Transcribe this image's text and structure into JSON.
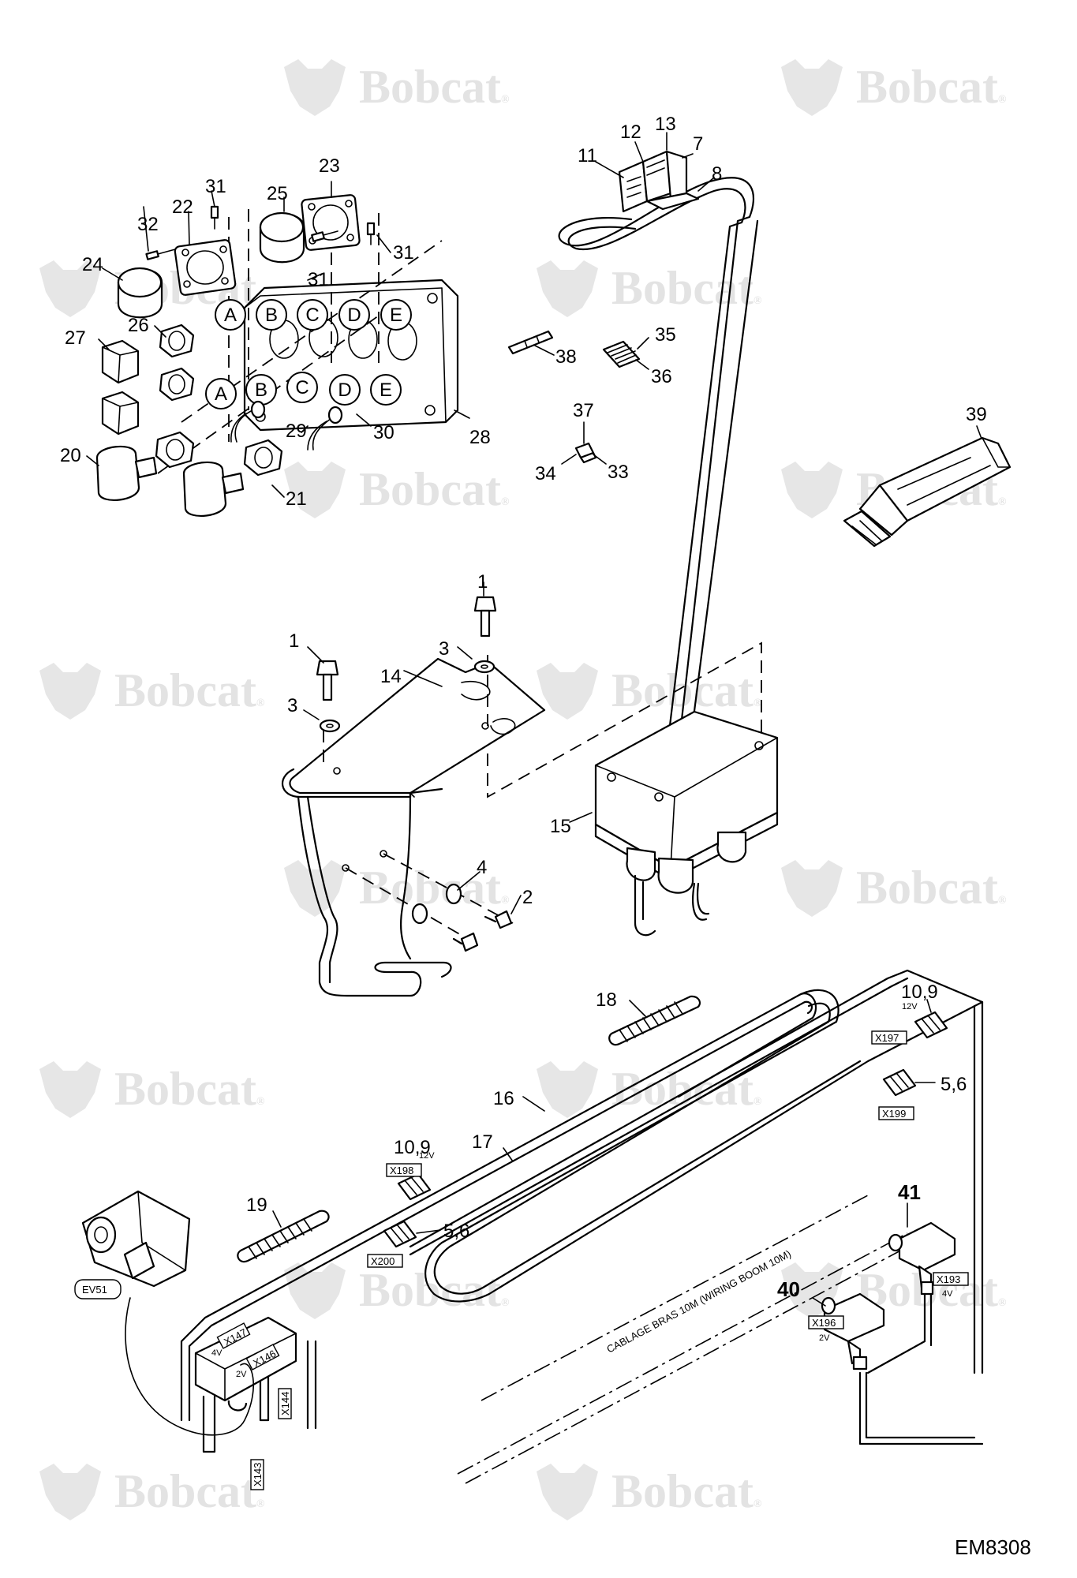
{
  "watermark": {
    "text": "Bobcat",
    "mark": "®"
  },
  "callouts": {
    "c1a": "1",
    "c1b": "1",
    "c2": "2",
    "c3a": "3",
    "c3b": "3",
    "c4": "4",
    "c5_6a": "5,6",
    "c5_6b": "5,6",
    "c7": "7",
    "c8": "8",
    "c10_9a": "10,9",
    "c10_9b": "10,9",
    "c11": "11",
    "c12": "12",
    "c13": "13",
    "c14": "14",
    "c15": "15",
    "c16": "16",
    "c17": "17",
    "c18": "18",
    "c19": "19",
    "c20": "20",
    "c21": "21",
    "c22": "22",
    "c23": "23",
    "c24": "24",
    "c25": "25",
    "c26": "26",
    "c27": "27",
    "c28": "28",
    "c29": "29",
    "c30": "30",
    "c31a": "31",
    "c31b": "31",
    "c31c": "31",
    "c32": "32",
    "c33": "33",
    "c34": "34",
    "c35": "35",
    "c36": "36",
    "c37": "37",
    "c38": "38",
    "c39": "39",
    "c40": "40",
    "c41": "41"
  },
  "switch_letters": {
    "top": [
      "A",
      "B",
      "C",
      "D",
      "E"
    ],
    "bottom": [
      "A",
      "B",
      "C",
      "D",
      "E"
    ]
  },
  "connectors": {
    "x197": "X197",
    "x199": "X199",
    "x198": "X198",
    "x200": "X200",
    "x147": "X147",
    "x146": "X146",
    "x144": "X144",
    "x143": "X143",
    "x193": "X193",
    "x196": "X196",
    "ev51": "EV51"
  },
  "voltages": {
    "v12a": "12V",
    "v12b": "12V",
    "v4a": "4V",
    "v2a": "2V",
    "v4b": "4V",
    "v2b": "2V"
  },
  "boom_label": "CABLAGE BRAS 10M (WIRING BOOM 10M)",
  "figure_ref": "EM8308"
}
